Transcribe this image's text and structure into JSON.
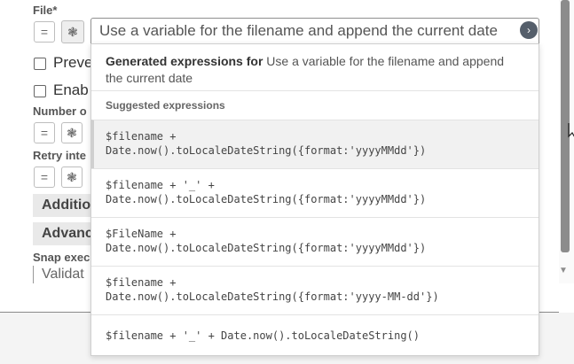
{
  "form": {
    "file_label": "File*",
    "checkbox1_label": "Preve",
    "checkbox2_label": "Enab",
    "number_label": "Number o",
    "retry_label": "Retry inte",
    "section_additional": "Additio",
    "section_advanced": "Advanc",
    "snap_label": "Snap exec",
    "snap_value": "Validat"
  },
  "icons": {
    "equals": "=",
    "expression": "❃",
    "go": "›",
    "scroll_down": "▼"
  },
  "input": {
    "value": "Use a variable for the filename and append the current date"
  },
  "dropdown": {
    "header_bold": "Generated expressions for",
    "header_text": " Use a variable for the filename and append the current date",
    "subheader": "Suggested expressions",
    "items": [
      "$filename +\nDate.now().toLocaleDateString({format:'yyyyMMdd'})",
      "$filename + '_' +\nDate.now().toLocaleDateString({format:'yyyyMMdd'})",
      "$FileName +\nDate.now().toLocaleDateString({format:'yyyyMMdd'})",
      "$filename +\nDate.now().toLocaleDateString({format:'yyyy-MM-dd'})",
      "$filename + '_' + Date.now().toLocaleDateString()"
    ]
  }
}
